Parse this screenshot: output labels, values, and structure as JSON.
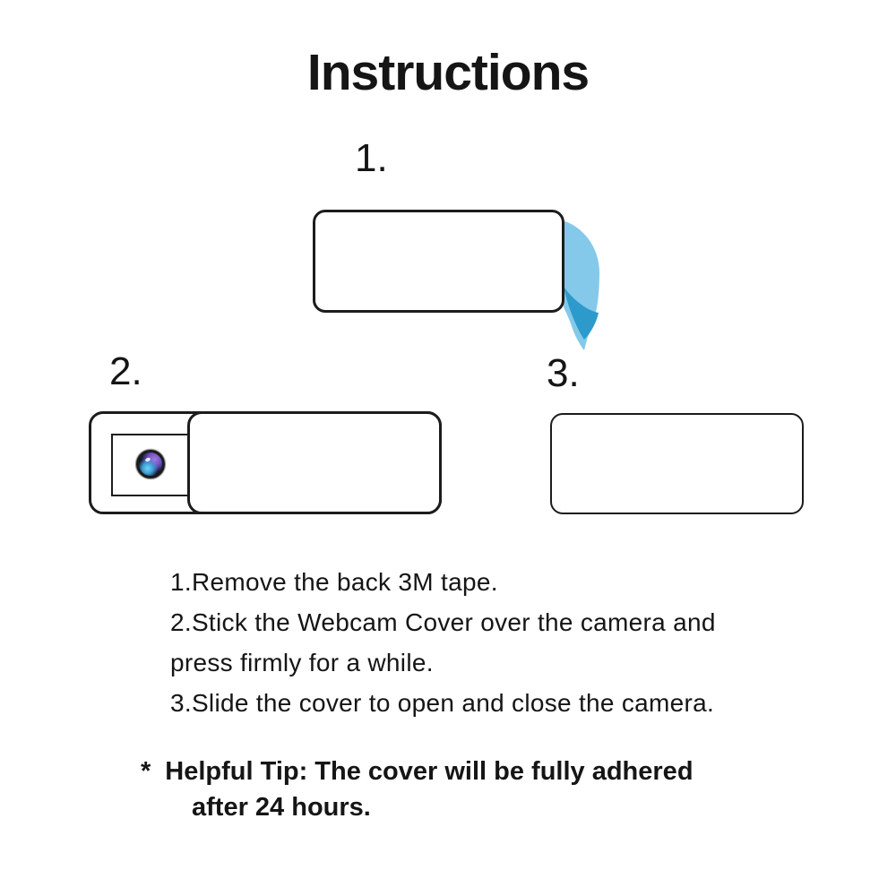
{
  "title": "Instructions",
  "step_numbers": [
    "1.",
    "2.",
    "3."
  ],
  "instruction_lines": [
    "1.Remove the back 3M tape.",
    "2.Stick the Webcam Cover over the camera and",
    "press firmly for a while.",
    "3.Slide the cover to open and close the camera."
  ],
  "tip": {
    "marker": "*",
    "line1": "Helpful Tip: The cover will be fully adhered",
    "line2": "after 24 hours."
  },
  "colors": {
    "background": "#ffffff",
    "line": "#1c1c1c",
    "text": "#151515",
    "tape_light": "#84C9EA",
    "tape_dark": "#2C9BCC"
  }
}
